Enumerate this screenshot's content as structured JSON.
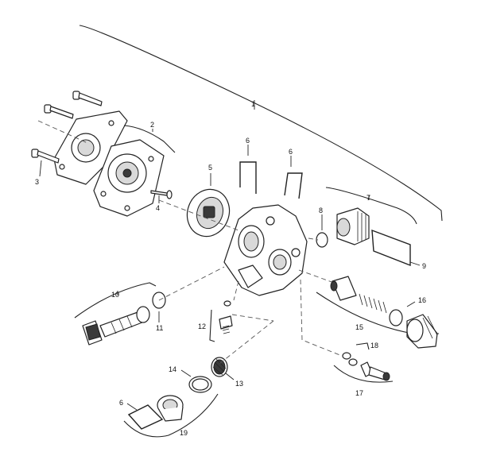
{
  "callouts": {
    "c1": "1",
    "c2": "2",
    "c3": "3",
    "c4": "4",
    "c5": "5",
    "c6a": "6",
    "c6b": "6",
    "c6c": "6",
    "c7": "7",
    "c8": "8",
    "c9": "9",
    "c10": "10",
    "c11": "11",
    "c12": "12",
    "c13": "13",
    "c14": "14",
    "c15": "15",
    "c16": "16",
    "c17": "17",
    "c18": "18",
    "c19": "19"
  },
  "colors": {
    "line": "#222222",
    "shade": "#d9d9d9",
    "background": "#ffffff"
  }
}
